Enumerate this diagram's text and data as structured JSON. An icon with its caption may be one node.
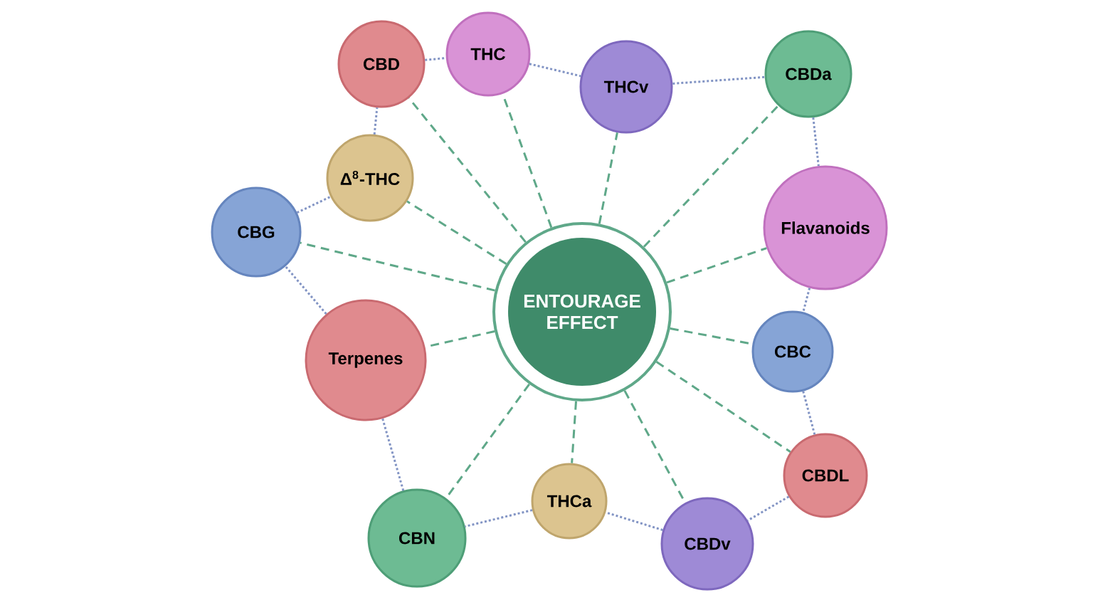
{
  "diagram": {
    "nodes": [
      {
        "text": [
          "ENTOURAGE EFFECT"
        ]
      },
      {
        "text": [
          "CBD"
        ]
      },
      {
        "text": [
          "THC"
        ]
      },
      {
        "text": [
          "THCv"
        ]
      },
      {
        "text": [
          "CBDa"
        ]
      },
      {
        "text": [
          "Δ$^{8}$-THC"
        ]
      },
      {
        "text": [
          "CBG"
        ]
      },
      {
        "text": [
          "Flavanoids"
        ]
      },
      {
        "text": [
          "Terpenes"
        ]
      },
      {
        "text": [
          "CBC"
        ]
      },
      {
        "text": [
          "CBDL"
        ]
      },
      {
        "text": [
          "CBN"
        ]
      },
      {
        "text": [
          "THCa"
        ]
      },
      {
        "text": [
          "CBDv"
        ]
      }
    ],
    "edges": [
      {
        "from": 0,
        "to": 1,
        "arrow": "none",
        "style": "dashed",
        "color": "#5fa889"
      },
      {
        "from": 0,
        "to": 2,
        "arrow": "none",
        "style": "dashed",
        "color": "#5fa889"
      },
      {
        "from": 0,
        "to": 3,
        "arrow": "none",
        "style": "dashed",
        "color": "#5fa889"
      },
      {
        "from": 0,
        "to": 4,
        "arrow": "none",
        "style": "dashed",
        "color": "#5fa889"
      },
      {
        "from": 0,
        "to": 5,
        "arrow": "none",
        "style": "dashed",
        "color": "#5fa889"
      },
      {
        "from": 0,
        "to": 6,
        "arrow": "none",
        "style": "dashed",
        "color": "#5fa889"
      },
      {
        "from": 0,
        "to": 7,
        "arrow": "none",
        "style": "dashed",
        "color": "#5fa889"
      },
      {
        "from": 0,
        "to": 8,
        "arrow": "none",
        "style": "dashed",
        "color": "#5fa889"
      },
      {
        "from": 0,
        "to": 9,
        "arrow": "none",
        "style": "dashed",
        "color": "#5fa889"
      },
      {
        "from": 0,
        "to": 10,
        "arrow": "none",
        "style": "dashed",
        "color": "#5fa889"
      },
      {
        "from": 0,
        "to": 11,
        "arrow": "none",
        "style": "dashed",
        "color": "#5fa889"
      },
      {
        "from": 0,
        "to": 12,
        "arrow": "none",
        "style": "dashed",
        "color": "#5fa889"
      },
      {
        "from": 0,
        "to": 13,
        "arrow": "none",
        "style": "dashed",
        "color": "#5fa889"
      },
      {
        "from": 1,
        "to": 2,
        "arrow": "none",
        "color": "#8294c4"
      },
      {
        "from": 2,
        "to": 3,
        "arrow": "none",
        "color": "#8294c4"
      },
      {
        "from": 3,
        "to": 4,
        "arrow": "none",
        "color": "#8294c4"
      },
      {
        "from": 4,
        "to": 7,
        "arrow": "none",
        "color": "#8294c4"
      },
      {
        "from": 7,
        "to": 9,
        "arrow": "none",
        "color": "#8294c4"
      },
      {
        "from": 9,
        "to": 10,
        "arrow": "none",
        "color": "#8294c4"
      },
      {
        "from": 10,
        "to": 13,
        "arrow": "none",
        "color": "#8294c4"
      },
      {
        "from": 13,
        "to": 12,
        "arrow": "none",
        "color": "#8294c4"
      },
      {
        "from": 12,
        "to": 11,
        "arrow": "none",
        "color": "#8294c4"
      },
      {
        "from": 11,
        "to": 8,
        "arrow": "none",
        "color": "#8294c4"
      },
      {
        "from": 8,
        "to": 6,
        "arrow": "none",
        "color": "#8294c4"
      },
      {
        "from": 6,
        "to": 5,
        "arrow": "none",
        "color": "#8294c4"
      },
      {
        "from": 5,
        "to": 1,
        "arrow": "none",
        "color": "#8294c4"
      }
    ]
  }
}
